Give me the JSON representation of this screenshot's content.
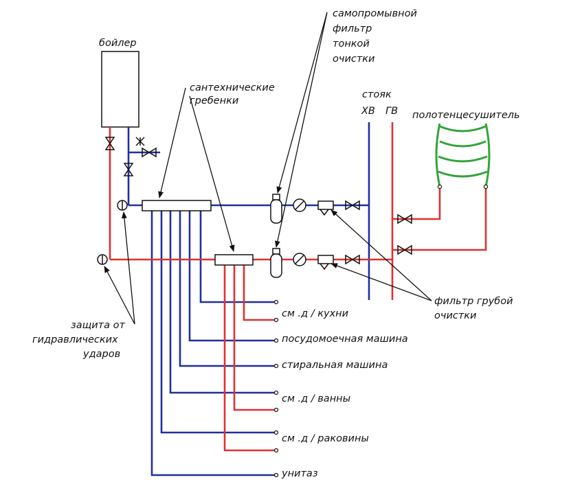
{
  "labels": {
    "boiler": "бойлер",
    "manifolds": [
      "сантехнические",
      "гребенки"
    ],
    "fine_filter": [
      "самопромывной",
      "фильтр",
      "тонкой",
      "очистки"
    ],
    "riser": "стояк",
    "cold_water": "ХВ",
    "hot_water": "ГВ",
    "towel_dryer": "полотенцесушитель",
    "coarse_filter": [
      "фильтр грубой",
      "очистки"
    ],
    "water_hammer": [
      "защита от",
      "гидравлических",
      "ударов"
    ]
  },
  "outlets": [
    "см .д / кухни",
    "посудомоечная машина",
    "стиральная машина",
    "см .д / ванны",
    "см .д / раковины",
    "унитаз"
  ],
  "colors": {
    "cold_water": "#1f2fa0",
    "hot_water": "#e03030",
    "towel_dryer": "#33a33a",
    "text": "#111111"
  }
}
